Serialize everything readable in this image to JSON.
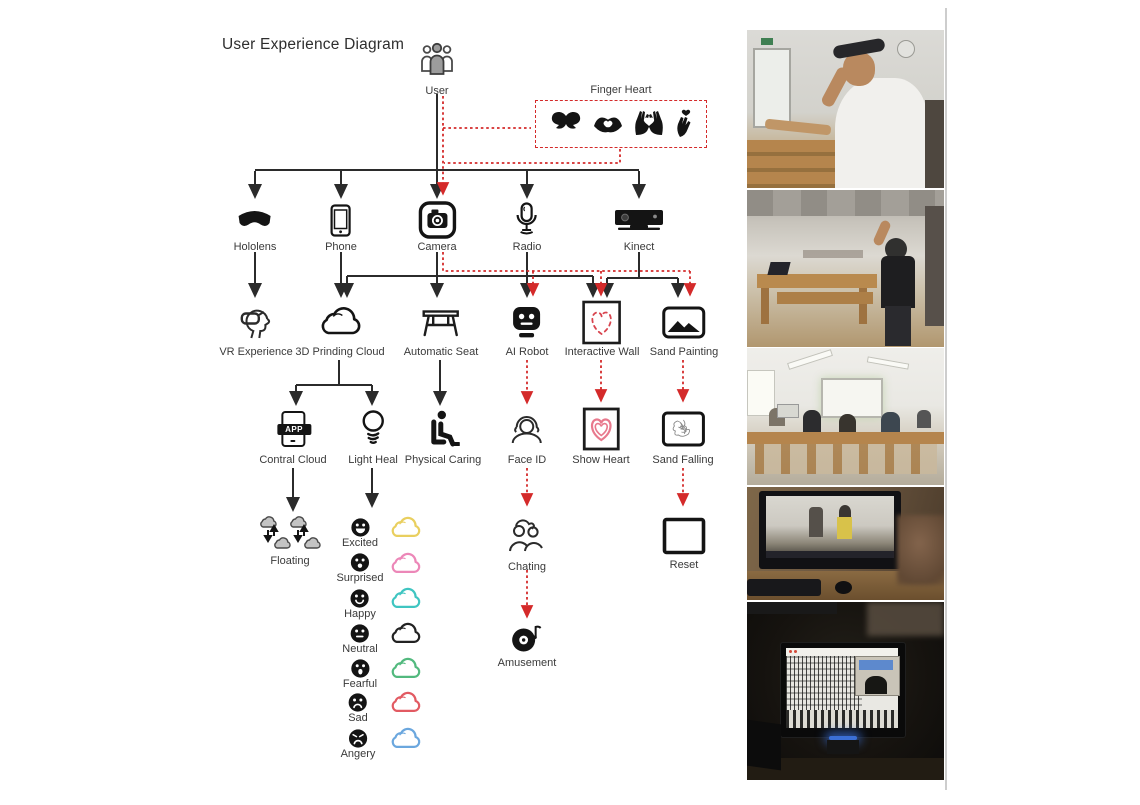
{
  "title": "User Experience Diagram",
  "nodes": {
    "user": {
      "label": "User"
    },
    "finger_heart": {
      "label": "Finger Heart"
    },
    "hololens": {
      "label": "Hololens"
    },
    "phone": {
      "label": "Phone"
    },
    "camera": {
      "label": "Camera"
    },
    "radio": {
      "label": "Radio"
    },
    "kinect": {
      "label": "Kinect"
    },
    "vr_experience": {
      "label": "VR Experience"
    },
    "printing_cloud": {
      "label": "3D Prinding Cloud"
    },
    "automatic_seat": {
      "label": "Automatic Seat"
    },
    "ai_robot": {
      "label": "AI Robot"
    },
    "interactive_wall": {
      "label": "Interactive Wall"
    },
    "sand_painting": {
      "label": "Sand Painting"
    },
    "contral_cloud": {
      "label": "Contral Cloud",
      "badge": "APP"
    },
    "light_heal": {
      "label": "Light Heal"
    },
    "physical_caring": {
      "label": "Physical Caring"
    },
    "face_id": {
      "label": "Face ID"
    },
    "show_heart": {
      "label": "Show Heart"
    },
    "sand_falling": {
      "label": "Sand Falling"
    },
    "floating": {
      "label": "Floating"
    },
    "chating": {
      "label": "Chating"
    },
    "reset": {
      "label": "Reset"
    },
    "amusement": {
      "label": "Amusement"
    }
  },
  "emotions": [
    {
      "name": "Excited",
      "cloud_color": "#e9cf5f"
    },
    {
      "name": "Surprised",
      "cloud_color": "#ec87b8"
    },
    {
      "name": "Happy",
      "cloud_color": "#3fc5c1"
    },
    {
      "name": "Neutral",
      "cloud_color": "#222222"
    },
    {
      "name": "Fearful",
      "cloud_color": "#52b97e"
    },
    {
      "name": "Sad",
      "cloud_color": "#e25a62"
    },
    {
      "name": "Angery",
      "cloud_color": "#6ba7de"
    }
  ],
  "colors": {
    "line_black": "#2b2b2b",
    "flow_red": "#d42a2a",
    "heart_pink": "#e8798d",
    "label_gray": "#3a3a3a"
  },
  "photos": [
    {
      "name": "adjusting-hololens-photo"
    },
    {
      "name": "standing-gesture-hololens-photo"
    },
    {
      "name": "classroom-session-photo"
    },
    {
      "name": "monitor-demo-pointing-photo"
    },
    {
      "name": "dark-monitor-tracking-photo"
    }
  ]
}
